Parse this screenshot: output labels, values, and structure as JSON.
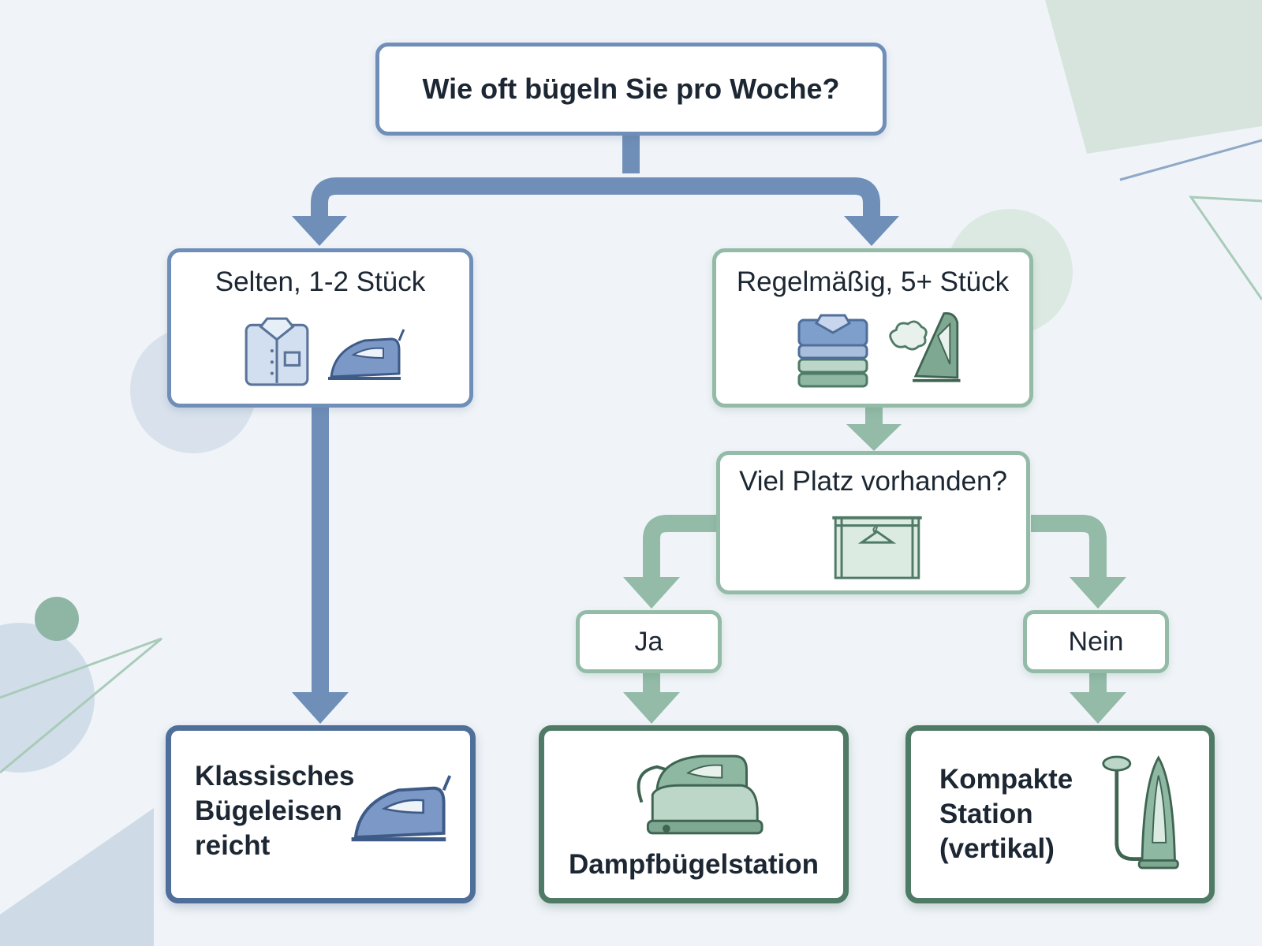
{
  "colors": {
    "blue": "#6f8fb9",
    "dark_blue": "#4f6e99",
    "green": "#93bba7",
    "dark_green": "#4f7a66",
    "background": "#f0f4f8"
  },
  "nodes": {
    "question_frequency": "Wie oft bügeln Sie pro Woche?",
    "option_rarely": "Selten, 1-2 Stück",
    "option_regular": "Regelmäßig, 5+ Stück",
    "question_space": "Viel Platz vorhanden?",
    "answer_yes": "Ja",
    "answer_no": "Nein",
    "result_classic": "Klassisches Bügeleisen reicht",
    "result_steam_station": "Dampfbügelstation",
    "result_compact": "Kompakte Station (vertikal)"
  },
  "icons": {
    "rarely": [
      "shirt-icon",
      "iron-icon"
    ],
    "regular": [
      "stacked-shirts-icon",
      "steam-iron-icon"
    ],
    "space": [
      "wardrobe-hanger-icon"
    ],
    "classic": [
      "iron-icon"
    ],
    "steam_station": [
      "steam-station-icon"
    ],
    "compact": [
      "vertical-steamer-icon"
    ]
  }
}
